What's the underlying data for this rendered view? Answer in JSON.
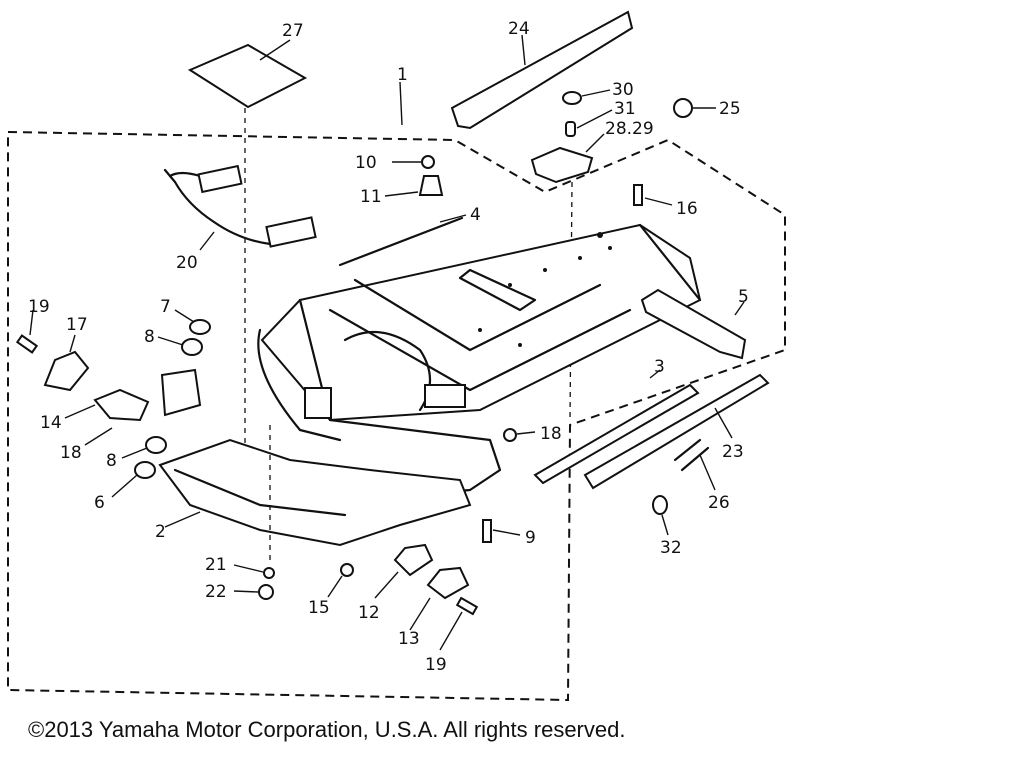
{
  "callouts": [
    {
      "id": "c1",
      "text": "1"
    },
    {
      "id": "c2",
      "text": "2"
    },
    {
      "id": "c3",
      "text": "3"
    },
    {
      "id": "c4",
      "text": "4"
    },
    {
      "id": "c5",
      "text": "5"
    },
    {
      "id": "c6",
      "text": "6"
    },
    {
      "id": "c7",
      "text": "7"
    },
    {
      "id": "c8a",
      "text": "8"
    },
    {
      "id": "c8b",
      "text": "8"
    },
    {
      "id": "c9",
      "text": "9"
    },
    {
      "id": "c10",
      "text": "10"
    },
    {
      "id": "c11",
      "text": "11"
    },
    {
      "id": "c12",
      "text": "12"
    },
    {
      "id": "c13",
      "text": "13"
    },
    {
      "id": "c14",
      "text": "14"
    },
    {
      "id": "c15",
      "text": "15"
    },
    {
      "id": "c16",
      "text": "16"
    },
    {
      "id": "c17",
      "text": "17"
    },
    {
      "id": "c18a",
      "text": "18"
    },
    {
      "id": "c18b",
      "text": "18"
    },
    {
      "id": "c19a",
      "text": "19"
    },
    {
      "id": "c19b",
      "text": "19"
    },
    {
      "id": "c20",
      "text": "20"
    },
    {
      "id": "c21",
      "text": "21"
    },
    {
      "id": "c22",
      "text": "22"
    },
    {
      "id": "c23",
      "text": "23"
    },
    {
      "id": "c24",
      "text": "24"
    },
    {
      "id": "c25",
      "text": "25"
    },
    {
      "id": "c26",
      "text": "26"
    },
    {
      "id": "c27",
      "text": "27"
    },
    {
      "id": "c2829",
      "text": "28.29"
    },
    {
      "id": "c30",
      "text": "30"
    },
    {
      "id": "c31",
      "text": "31"
    },
    {
      "id": "c32",
      "text": "32"
    }
  ],
  "copyright": "©2013 Yamaha Motor Corporation, U.S.A. All rights reserved."
}
